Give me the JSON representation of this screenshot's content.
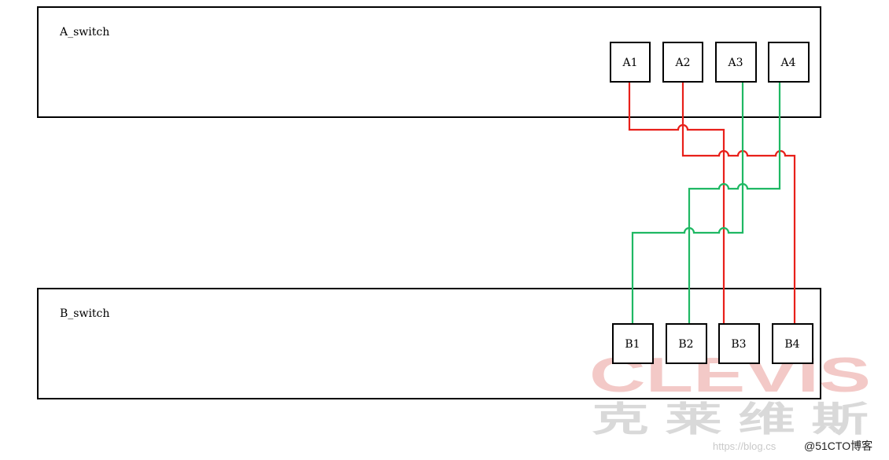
{
  "switch_a": {
    "label": "A_switch",
    "ports": [
      "A1",
      "A2",
      "A3",
      "A4"
    ]
  },
  "switch_b": {
    "label": "B_switch",
    "ports": [
      "B1",
      "B2",
      "B3",
      "B4"
    ]
  },
  "links": [
    {
      "from": "A1",
      "to": "B3",
      "color": "#e8201a"
    },
    {
      "from": "A2",
      "to": "B4",
      "color": "#e8201a"
    },
    {
      "from": "A3",
      "to": "B1",
      "color": "#1fb863"
    },
    {
      "from": "A4",
      "to": "B2",
      "color": "#1fb863"
    }
  ],
  "watermark": {
    "brand": "CLEVIS",
    "cjk": "克 莱 维 斯",
    "url": "https://blog.cs",
    "credit": "@51CTO博客",
    "brand_color": "#f3c9c7",
    "cjk_color": "#d9d9d9"
  }
}
